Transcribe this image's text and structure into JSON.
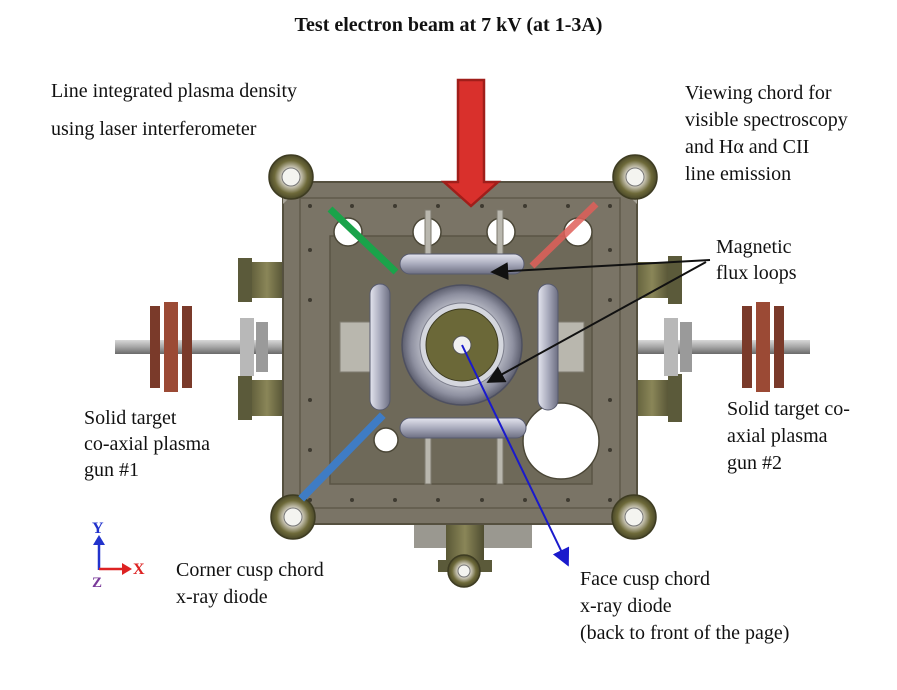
{
  "title": "Test electron beam at 7 kV (at 1-3A)",
  "labels": {
    "interferometer": [
      "Line integrated plasma density",
      "using laser interferometer"
    ],
    "viewing_chord": [
      "Viewing chord for",
      "visible spectroscopy",
      "and Hα and CII",
      "line emission"
    ],
    "flux_loops": [
      "Magnetic",
      "flux loops"
    ],
    "gun1": [
      "Solid target",
      "co-axial plasma",
      "gun #1"
    ],
    "gun2": [
      "Solid target co-",
      "axial plasma",
      "gun #2"
    ],
    "corner_cusp": [
      "Corner cusp chord",
      "x-ray diode"
    ],
    "face_cusp": [
      "Face cusp chord",
      "x-ray diode",
      "(back to front of the page)"
    ]
  },
  "axes": {
    "y": "Y",
    "x": "X",
    "z": "Z"
  },
  "colors": {
    "beam_arrow": "#d9302c",
    "interferometer_line": "#1aa34a",
    "spectroscopy_line": "#e0605a",
    "corner_cusp_line": "#3f7cc4",
    "face_cusp_line": "#1a1acc",
    "flux_arrows": "#111111",
    "chamber": "#7a7466",
    "axis_blue": "#2233cc",
    "axis_red": "#dd2222",
    "axis_z": "#7a3a9a"
  }
}
